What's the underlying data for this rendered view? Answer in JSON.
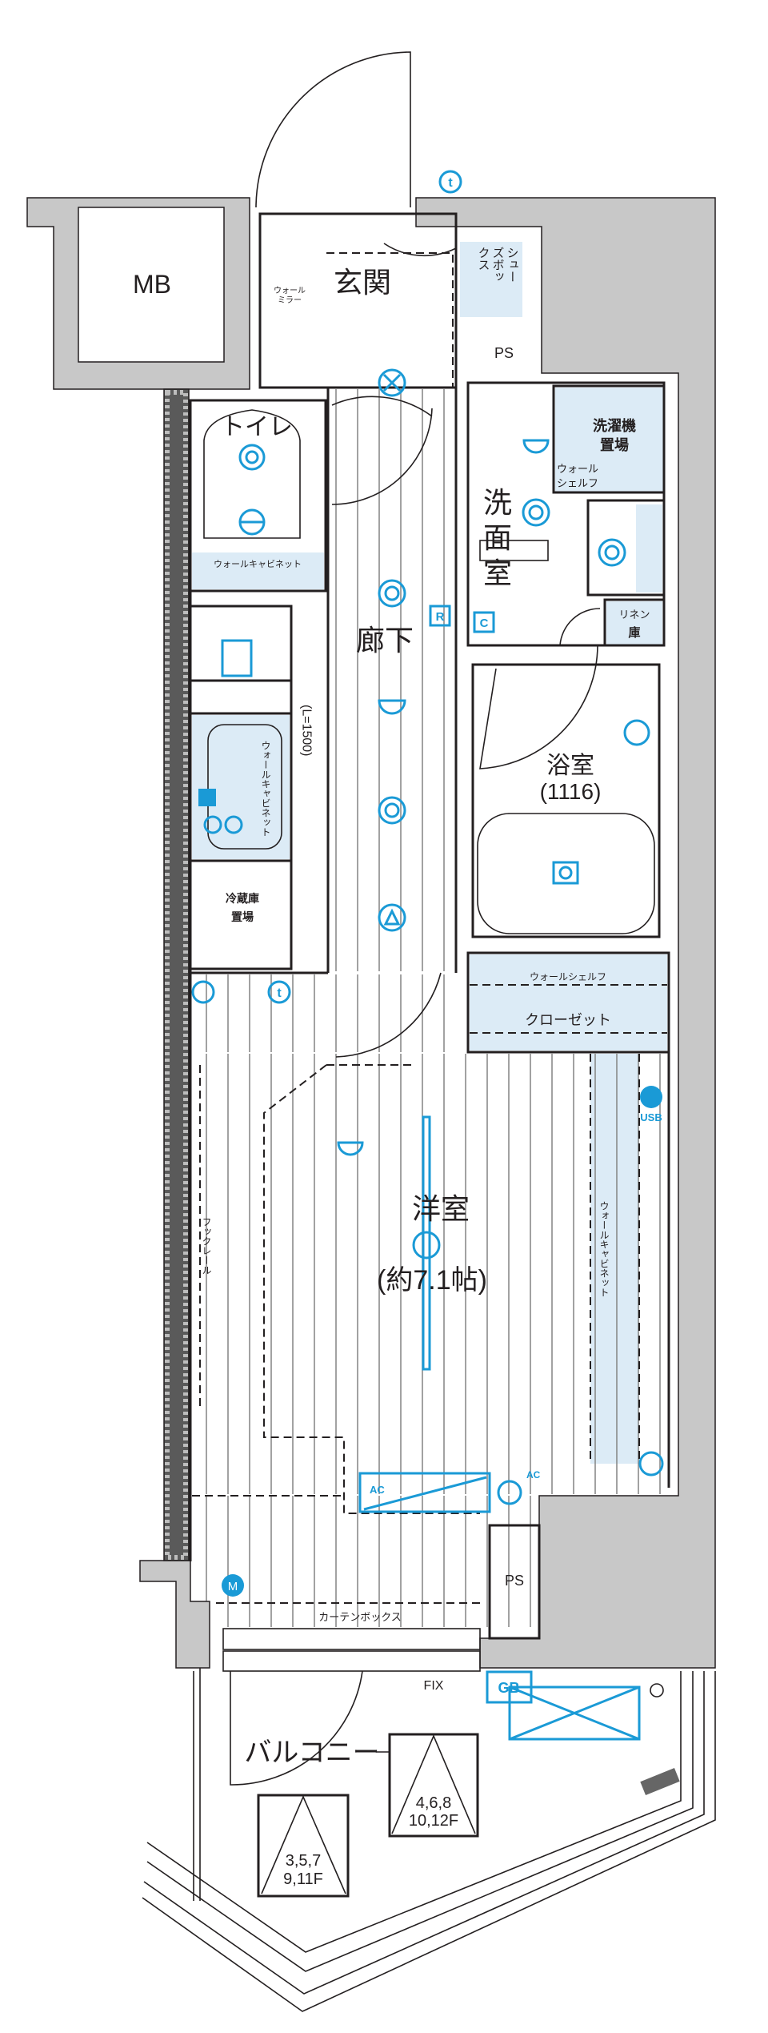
{
  "rooms": {
    "mb": "MB",
    "entrance": "玄関",
    "wall_mirror_1": "ウォール",
    "wall_mirror_2": "ミラー",
    "shoe_box_1": "シュー",
    "shoe_box_2": "ズボッ",
    "shoe_box_3": "クス",
    "ps_top": "PS",
    "toilet": "トイレ",
    "toilet_cabinet": "ウォールキャビネット",
    "corridor": "廊下",
    "washroom_1": "洗",
    "washroom_2": "面",
    "washroom_3": "室",
    "laundry_1": "洗濯機",
    "laundry_2": "置場",
    "wall_shelf_1": "ウォール",
    "wall_shelf_2": "シェルフ",
    "linen_1": "リネン",
    "linen_2": "庫",
    "bathroom": "浴室",
    "bathroom_size": "(1116)",
    "kitchen_length": "(L=1500)",
    "kitchen_cabinet": "ウォールキャビネット",
    "fridge_1": "冷蔵庫",
    "fridge_2": "置場",
    "closet_shelf": "ウォールシェルフ",
    "closet": "クローゼット",
    "western_room": "洋室",
    "western_room_size": "(約7.1帖)",
    "hook_rail": "フックレール",
    "right_cabinet": "ウォールキャビネット",
    "curtain_box": "カーテンボックス",
    "ps_bottom": "PS",
    "fix": "FIX",
    "balcony": "バルコニー",
    "floors_a_1": "3,5,7",
    "floors_a_2": "9,11F",
    "floors_b_1": "4,6,8",
    "floors_b_2": "10,12F"
  },
  "symbols": {
    "tv": "t",
    "remote": "R",
    "control": "C",
    "ac": "AC",
    "ac_outlet": "AC",
    "usb": "USB",
    "multimedia": "M",
    "gas": "GB"
  },
  "colors": {
    "wall": "#231f20",
    "structure_grey": "#c8c8c8",
    "equipment_blue": "#1a9ad6",
    "storage_fill": "#dcebf6"
  }
}
